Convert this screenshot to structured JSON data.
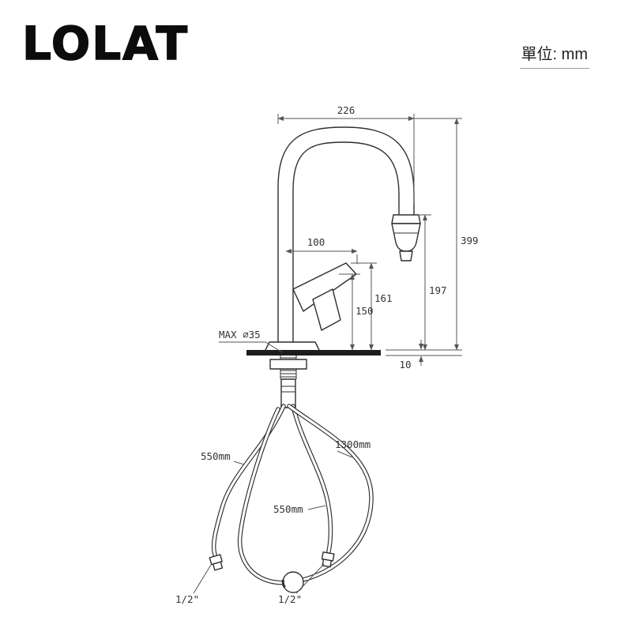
{
  "header": {
    "brand": "LOLAT",
    "unit_label": "單位: mm"
  },
  "drawing": {
    "description": "pull-down kitchen faucet dimensional technical drawing",
    "line_color": "#2e2e2e",
    "dim_color": "#555555",
    "dimensions": {
      "spout_reach": "226",
      "overall_height": "399",
      "outlet_height": "197",
      "handle_top_height": "161",
      "handle_height": "150",
      "spout_horizontal": "100",
      "deck_thickness": "10",
      "mounting_hole": "MAX ∅35"
    },
    "hoses": {
      "left_hose_length": "550mm",
      "pullout_hose_length": "1300mm",
      "middle_hose_length": "550mm"
    },
    "connectors": {
      "left": "1/2\"",
      "right": "1/2\""
    }
  }
}
